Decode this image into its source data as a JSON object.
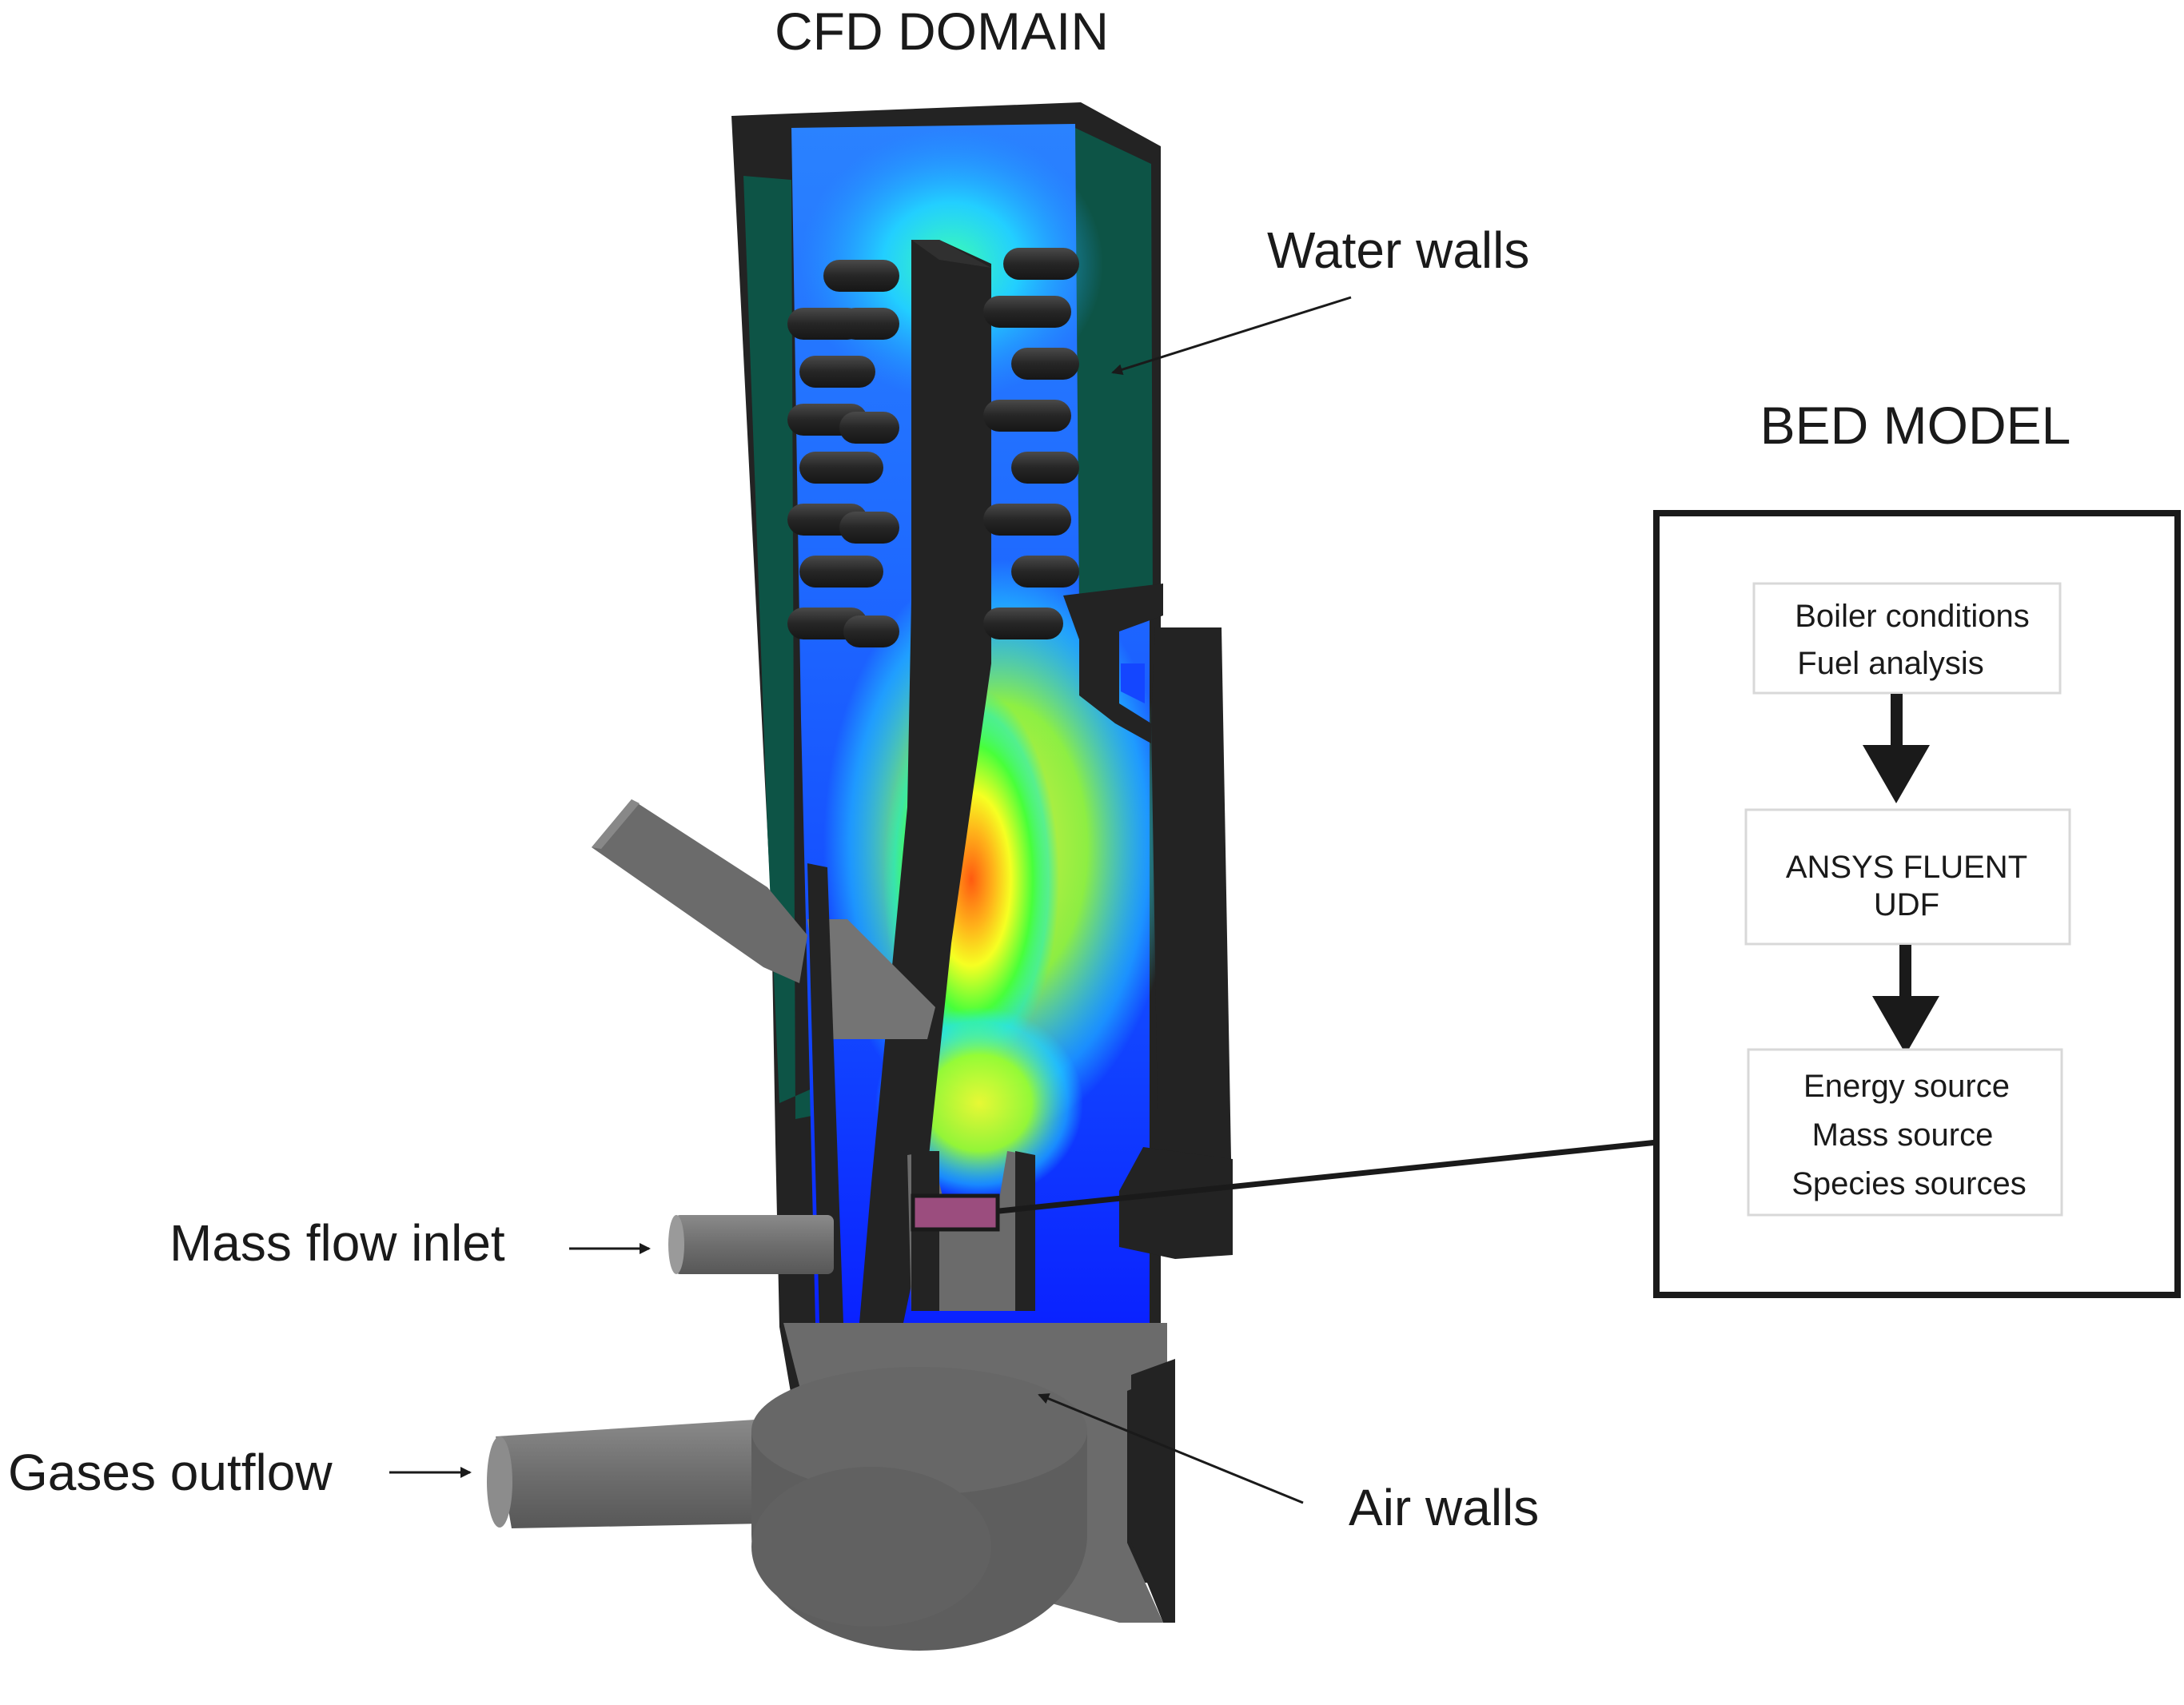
{
  "titles": {
    "cfd_domain": "CFD DOMAIN",
    "bed_model": "BED MODEL"
  },
  "labels": {
    "water_walls": "Water walls",
    "mass_flow_inlet": "Mass flow inlet",
    "gases_outflow": "Gases outflow",
    "air_walls": "Air walls"
  },
  "bed_model": {
    "box1": {
      "line1": "Boiler conditions",
      "line2": "Fuel analysis"
    },
    "box2": {
      "line1": "ANSYS FLUENT",
      "line2": "UDF"
    },
    "box3": {
      "line1": "Energy source",
      "line2": "Mass source",
      "line3": "Species sources"
    }
  },
  "colors": {
    "wall_dark": "#232323",
    "water_wall_green": "#0d5446",
    "air_wall_gray": "#6b6b6b",
    "bed_magenta": "#9b4d7e",
    "field_blue": "#1446ff",
    "field_cyan": "#22d8ff",
    "field_green": "#3fff4a",
    "field_yellow": "#f5ff22",
    "field_red": "#ff3a0f"
  }
}
